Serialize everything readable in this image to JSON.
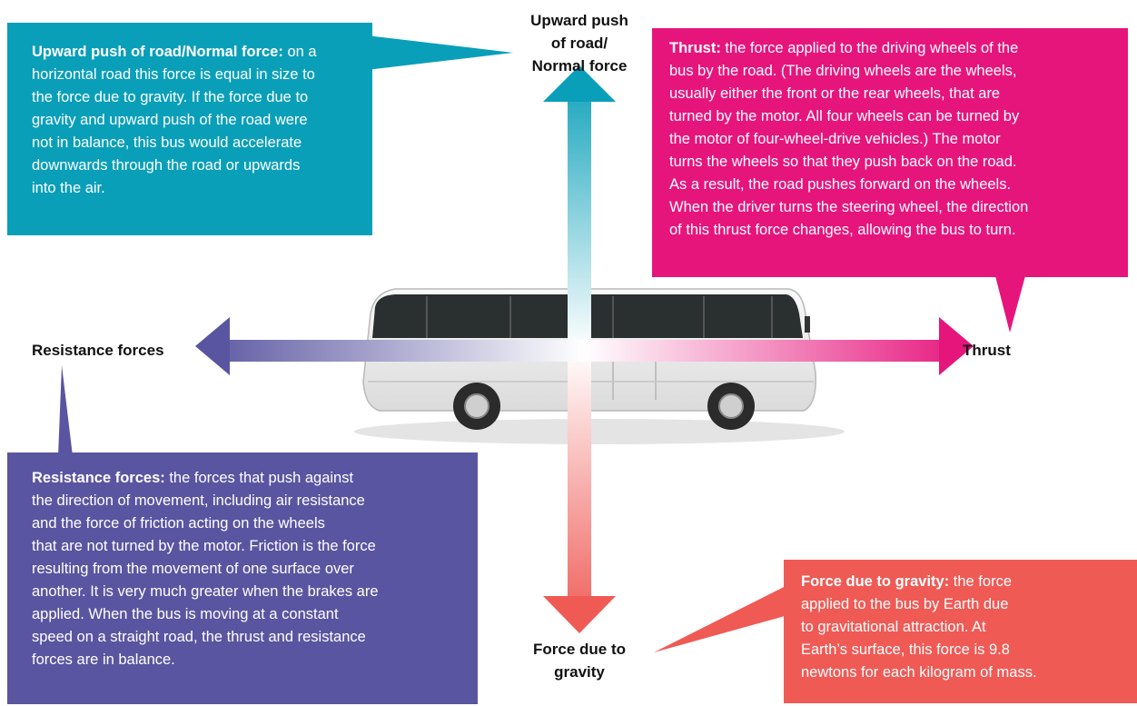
{
  "colors": {
    "normal": "#0a9fb9",
    "thrust": "#e6157c",
    "resistance": "#5955a0",
    "gravity": "#ef5a55"
  },
  "labels": {
    "up": [
      "Upward push",
      "of road/",
      "Normal force"
    ],
    "thrust": "Thrust",
    "resistance": "Resistance forces",
    "gravity": [
      "Force due to",
      "gravity"
    ]
  },
  "boxes": {
    "normal": {
      "title": "Upward push of road/Normal force:",
      "lines": [
        " on a",
        "horizontal road this force is equal in size to",
        "the force due to gravity. If the force due to",
        "gravity and upward push of the road were",
        "not in balance, this bus would accelerate",
        "downwards through the road or upwards",
        "into the air."
      ]
    },
    "thrust": {
      "title": "Thrust:",
      "lines": [
        " the force applied to the driving wheels of the",
        "bus by the road. (The driving wheels are the wheels,",
        "usually either the front or the rear wheels, that are",
        "turned by the motor. All four wheels can be turned by",
        "the motor of four-wheel-drive vehicles.) The motor",
        "turns the wheels so that they push back on the road.",
        "As a result, the road pushes forward on the wheels.",
        "When the driver turns the steering wheel, the direction",
        "of this thrust force changes, allowing the bus to turn."
      ]
    },
    "resistance": {
      "title": "Resistance forces:",
      "lines": [
        " the forces that push against",
        "the direction of movement, including air resistance",
        "and the force of friction acting on the wheels",
        "that are not turned by the motor. Friction is the force",
        "resulting from the movement of one surface over",
        "another. It is very much greater when the brakes are",
        "applied. When the bus is moving at a constant",
        "speed on a straight road, the thrust and resistance",
        "forces are in balance."
      ]
    },
    "gravity": {
      "title": "Force due to gravity:",
      "lines": [
        " the force",
        "applied to the bus by Earth due",
        "to gravitational attraction. At",
        "Earth’s surface, this force is 9.8",
        "newtons for each kilogram of mass."
      ]
    }
  }
}
